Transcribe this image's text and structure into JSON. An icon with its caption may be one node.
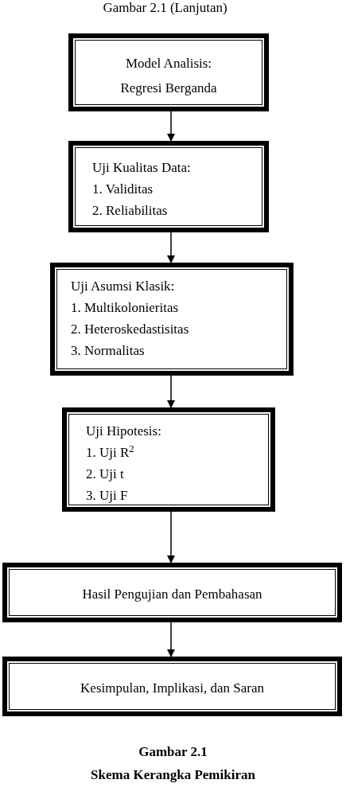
{
  "diagram": {
    "title": "Gambar 2.1 (Lanjutan)",
    "caption": "Gambar 2.1 Skema Kerangka Pemikiran",
    "nodes": [
      {
        "text": [
          "Model Analisis: Regresi Berganda"
        ]
      },
      {
        "text": [
          "Uji Kualitas Data:",
          "1. Validitas",
          "2. Reliabilitas"
        ]
      },
      {
        "text": [
          "Uji Asumsi Klasik:",
          "1. Multikolonieritas",
          "2. Heteroskedastisitas",
          "3. Normalitas"
        ]
      },
      {
        "text": [
          "Uji Hipotesis:",
          "1. Uji R$^{2}$",
          "2. Uji t",
          "3. Uji F"
        ]
      },
      {
        "text": [
          "Hasil Pengujian dan Pembahasan"
        ]
      },
      {
        "text": [
          "Kesimpulan, Implikasi, dan Saran"
        ]
      }
    ],
    "edges": [
      {
        "from": 0,
        "to": 1,
        "arrow": "to"
      },
      {
        "from": 1,
        "to": 2,
        "arrow": "to"
      },
      {
        "from": 2,
        "to": 3,
        "arrow": "to"
      },
      {
        "from": 3,
        "to": 4,
        "arrow": "to"
      },
      {
        "from": 4,
        "to": 5,
        "arrow": "to"
      }
    ]
  }
}
